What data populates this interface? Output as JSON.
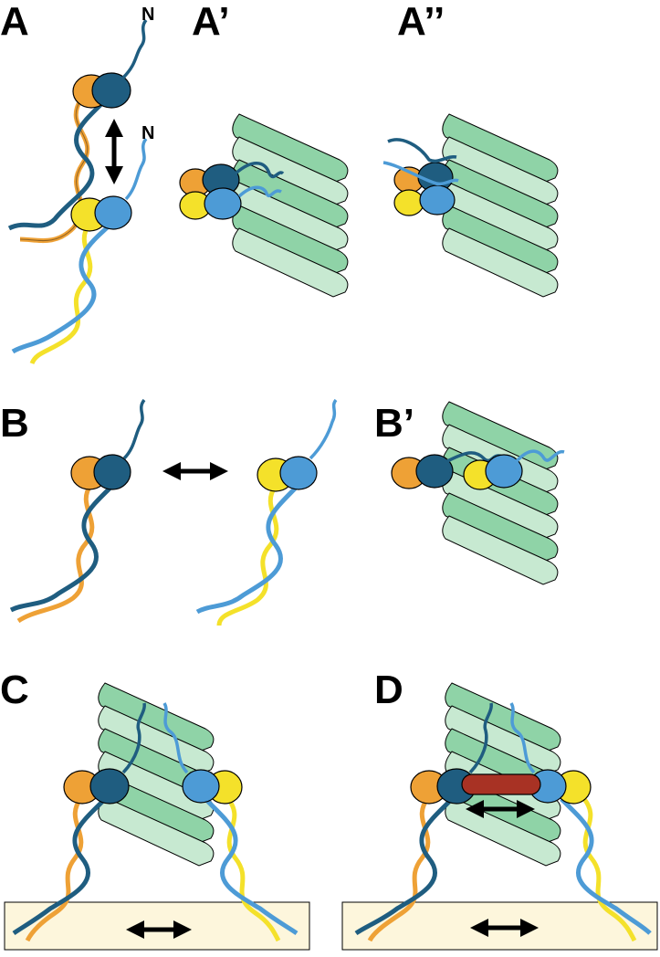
{
  "panels": {
    "A": "A",
    "A1": "A’",
    "A2": "A’’",
    "B": "B",
    "B1": "B’",
    "C": "C",
    "D": "D"
  },
  "n_terminus_label": "N",
  "colors": {
    "dark_blue": "#1f5d80",
    "light_blue": "#4d9bd6",
    "orange": "#eea136",
    "yellow": "#f4e12a",
    "green_dark": "#8fd3a7",
    "green_light": "#c7e9d1",
    "membrane": "#fdf6dc",
    "red_bar": "#a83224"
  }
}
